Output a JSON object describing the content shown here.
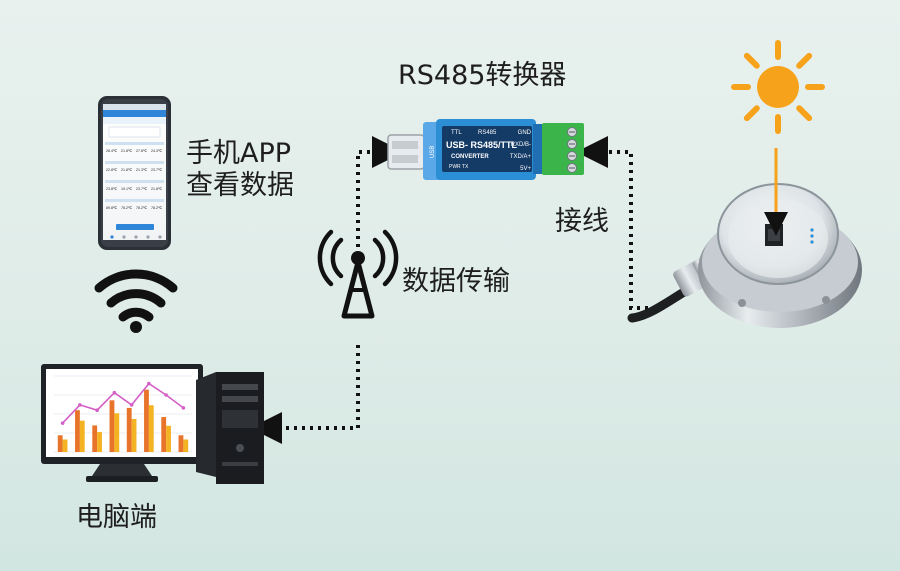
{
  "labels": {
    "converter_title": "RS485转换器",
    "phone_line1": "手机APP",
    "phone_line2": "查看数据",
    "wiring": "接线",
    "data_transfer": "数据传输",
    "computer": "电脑端"
  },
  "converter": {
    "label_ttl": "TTL",
    "label_rs485": "RS485",
    "label_usb": "USB",
    "main_text": "USB- RS485/TTL",
    "sub_text": "CONVERTER",
    "led_pwr": "PWR",
    "led_tx": "TX",
    "pins": [
      "GND",
      "RXD/B-",
      "TXD/A+",
      "5V+"
    ]
  },
  "phone_screen": {
    "rows": [
      [
        "28.4℃",
        "21.8℃",
        "27.8℃",
        "24.3℃"
      ],
      [
        "22.8℃",
        "21.8℃",
        "21.3℃",
        "23.7℃"
      ],
      [
        "23.8℃",
        "19.1℃",
        "23.7℃",
        "21.8℃"
      ],
      [
        "89.8℃",
        "78.2℃",
        "78.2℃",
        "78.2℃"
      ]
    ]
  },
  "chart_data": {
    "type": "bar",
    "values": [
      22,
      55,
      35,
      68,
      58,
      82,
      46,
      22
    ],
    "line_values": [
      38,
      62,
      55,
      78,
      62,
      90,
      75,
      58
    ],
    "ylim": [
      0,
      100
    ]
  },
  "colors": {
    "sun": "#f7a21b",
    "converter_body": "#2c8fd6",
    "terminal_green": "#3bb54a",
    "bar_orange": "#e8732a",
    "bar_yellow": "#f4b323",
    "line_pink": "#d45fc7",
    "arrow": "#111111"
  }
}
